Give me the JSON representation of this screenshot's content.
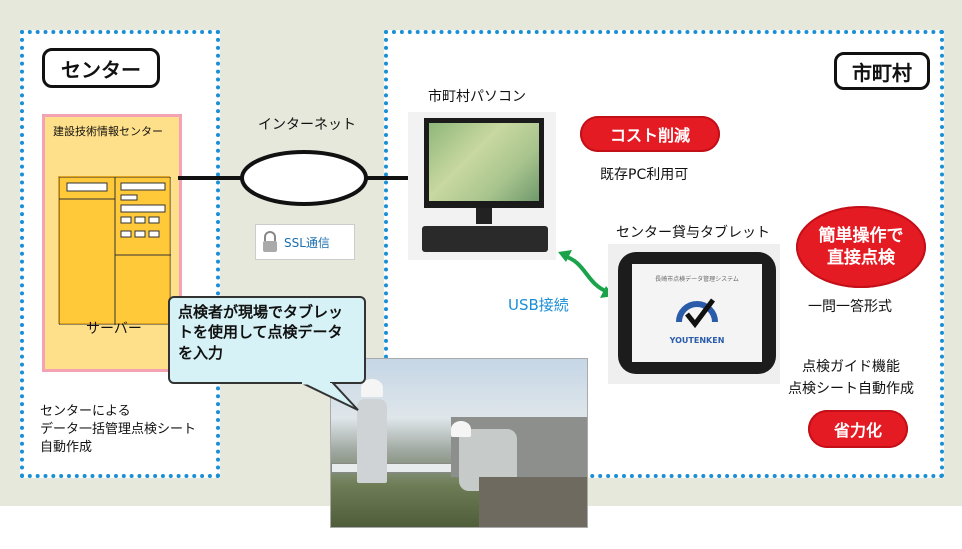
{
  "center": {
    "title": "センター",
    "org_name": "建設技術情報センター",
    "server_label": "サーバー",
    "desc": [
      "センターによる",
      "データ一括管理点検シート",
      "自動作成"
    ]
  },
  "network": {
    "internet_label": "インターネット",
    "ssl_label": "SSL通信",
    "usb_label": "USB接続"
  },
  "municipality": {
    "title": "市町村",
    "pc_label": "市町村パソコン",
    "tablet_label": "センター貸与タブレット",
    "tablet_logo_text": "YOUTENKEN",
    "tablet_header_text": "長崎市点検データ管理システム",
    "cost_badge": "コスト削減",
    "existing_pc": "既存PC利用可",
    "simple_badge": [
      "簡単操作で",
      "直接点検"
    ],
    "qa_format": "一問一答形式",
    "features": [
      "点検ガイド機能",
      "点検シート自動作成"
    ],
    "labor_badge": "省力化"
  },
  "callout": {
    "lines": [
      "点検者が現場でタブレッ",
      "トを使用して点検データ",
      "を入力"
    ]
  },
  "colors": {
    "panel_border": "#1a8fd6",
    "accent_red": "#e51b24",
    "usb_text": "#1a8fd6",
    "usb_arrow": "#1aa34a",
    "server_fill": "#ffc93a",
    "callout_fill": "#d6f2f6"
  }
}
